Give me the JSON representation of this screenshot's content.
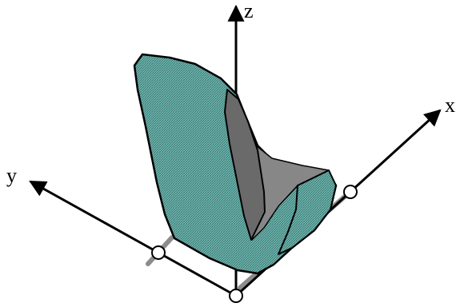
{
  "axes": {
    "x": {
      "label": "x"
    },
    "y": {
      "label": "y"
    },
    "z": {
      "label": "z"
    }
  },
  "colors": {
    "seat_fill": "#6fb8b2",
    "hatch": "#3b6f6a",
    "inner_dark": "#6a6a6a",
    "inner_mid": "#878787",
    "inner_light": "#9a9a9a",
    "rail": "#8c8c8c",
    "line": "#000000",
    "pivot_fill": "#ffffff"
  }
}
